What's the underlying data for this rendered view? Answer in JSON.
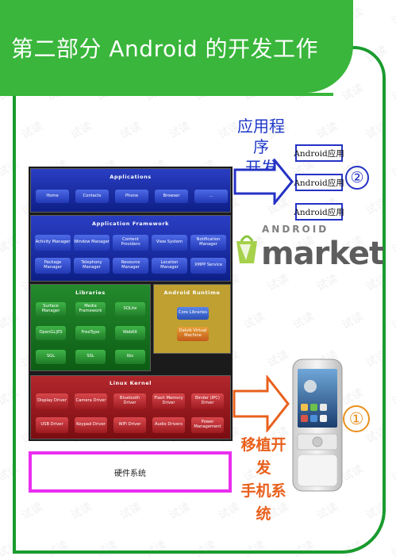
{
  "slide": {
    "title": "第二部分   Android 的开发工作",
    "watermark": "试读"
  },
  "architecture": {
    "applications": {
      "title": "Applications",
      "items": [
        "Home",
        "Contacts",
        "Phone",
        "Browser",
        "..."
      ]
    },
    "framework": {
      "title": "Application Framework",
      "items": [
        "Activity Manager",
        "Window Manager",
        "Content Providers",
        "View System",
        "Notification Manager",
        "Package Manager",
        "Telephony Manager",
        "Resource Manager",
        "Location Manager",
        "XMPP Service"
      ]
    },
    "libraries": {
      "title": "Libraries",
      "items": [
        "Surface Manager",
        "Media Framework",
        "SQLite",
        "OpenGL|ES",
        "FreeType",
        "WebKit",
        "SGL",
        "SSL",
        "libc"
      ]
    },
    "runtime": {
      "title": "Android Runtime",
      "items": [
        "Core Libraries",
        "Dalvik Virtual Machine"
      ]
    },
    "kernel": {
      "title": "Linux Kernel",
      "items": [
        "Display Driver",
        "Camera Driver",
        "Bluetooth Driver",
        "Flash Memory Driver",
        "Binder (IPC) Driver",
        "USB Driver",
        "Keypad Driver",
        "WiFi Driver",
        "Audio Drivers",
        "Power Management"
      ]
    }
  },
  "hardware": {
    "label": "硬件系统"
  },
  "app_dev": {
    "label_line1": "应用程序",
    "label_line2": "开发",
    "items": [
      "Android应用",
      "Android应用",
      "Android应用"
    ],
    "marker": "②"
  },
  "market_logo": {
    "top_text": "ANDROID",
    "word": "market"
  },
  "porting": {
    "label_line1": "移植开发",
    "label_line2": "手机系统",
    "marker": "①"
  },
  "colors": {
    "green": "#39b63b",
    "frame": "#1a9b2e",
    "blue_label": "#1e38c8",
    "orange_label": "#e8601c",
    "hardware_border": "#ea2ef0"
  }
}
